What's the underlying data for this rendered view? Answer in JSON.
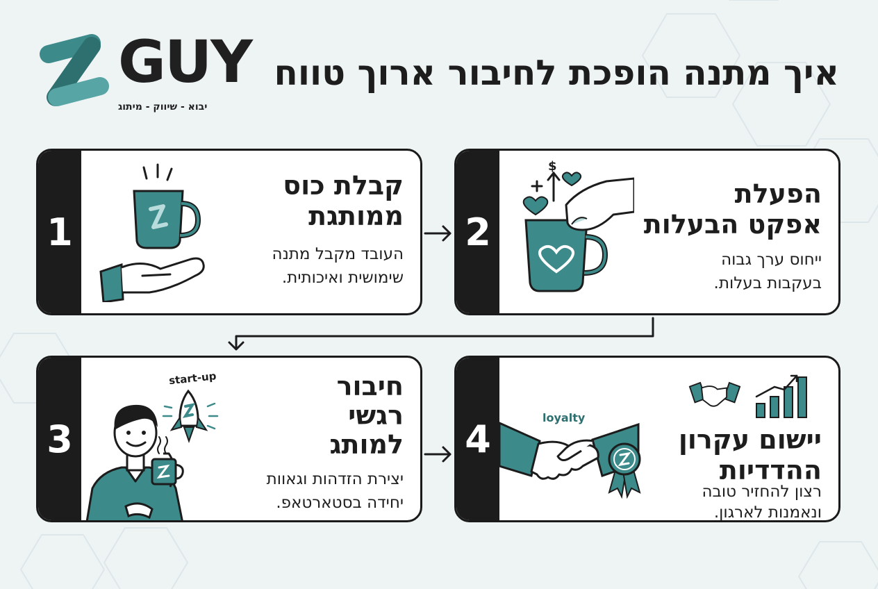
{
  "logo": {
    "brand": "GUY",
    "tagline": "יבוא - שיווק - מיתוג"
  },
  "title": "איך מתנה הופכת לחיבור ארוך טווח",
  "colors": {
    "teal": "#3d8a8b",
    "teal_dark": "#2e6f70",
    "ink": "#1c1c1c",
    "card_bg": "#ffffff",
    "page_bg": "#eef3f4"
  },
  "steps": [
    {
      "number": "1",
      "title_lines": [
        "קבלת כוס",
        "ממותגת"
      ],
      "desc_lines": [
        "העובד מקבל מתנה",
        "שימושית ואיכותית."
      ],
      "icon": "hand-holding-mug-icon"
    },
    {
      "number": "2",
      "title_lines": [
        "הפעלת",
        "אפקט הבעלות"
      ],
      "desc_lines": [
        "ייחוס ערך גבוה",
        "בעקבות בעלות."
      ],
      "icon": "hand-on-heart-mug-icon"
    },
    {
      "number": "3",
      "title_lines": [
        "חיבור",
        "רגשי",
        "למותג"
      ],
      "desc_lines": [
        "יצירת הזדהות וגאוות",
        "יחידה בסטארטאפ."
      ],
      "icon": "man-with-mug-icon",
      "badge_text": "start-up"
    },
    {
      "number": "4",
      "title_lines": [
        "יישום עקרון",
        "ההדדיות"
      ],
      "desc_lines": [
        "רצון להחזיר טובה",
        "ונאמנות לארגון."
      ],
      "icon": "handshake-icon",
      "badge_text": "loyalty"
    }
  ]
}
